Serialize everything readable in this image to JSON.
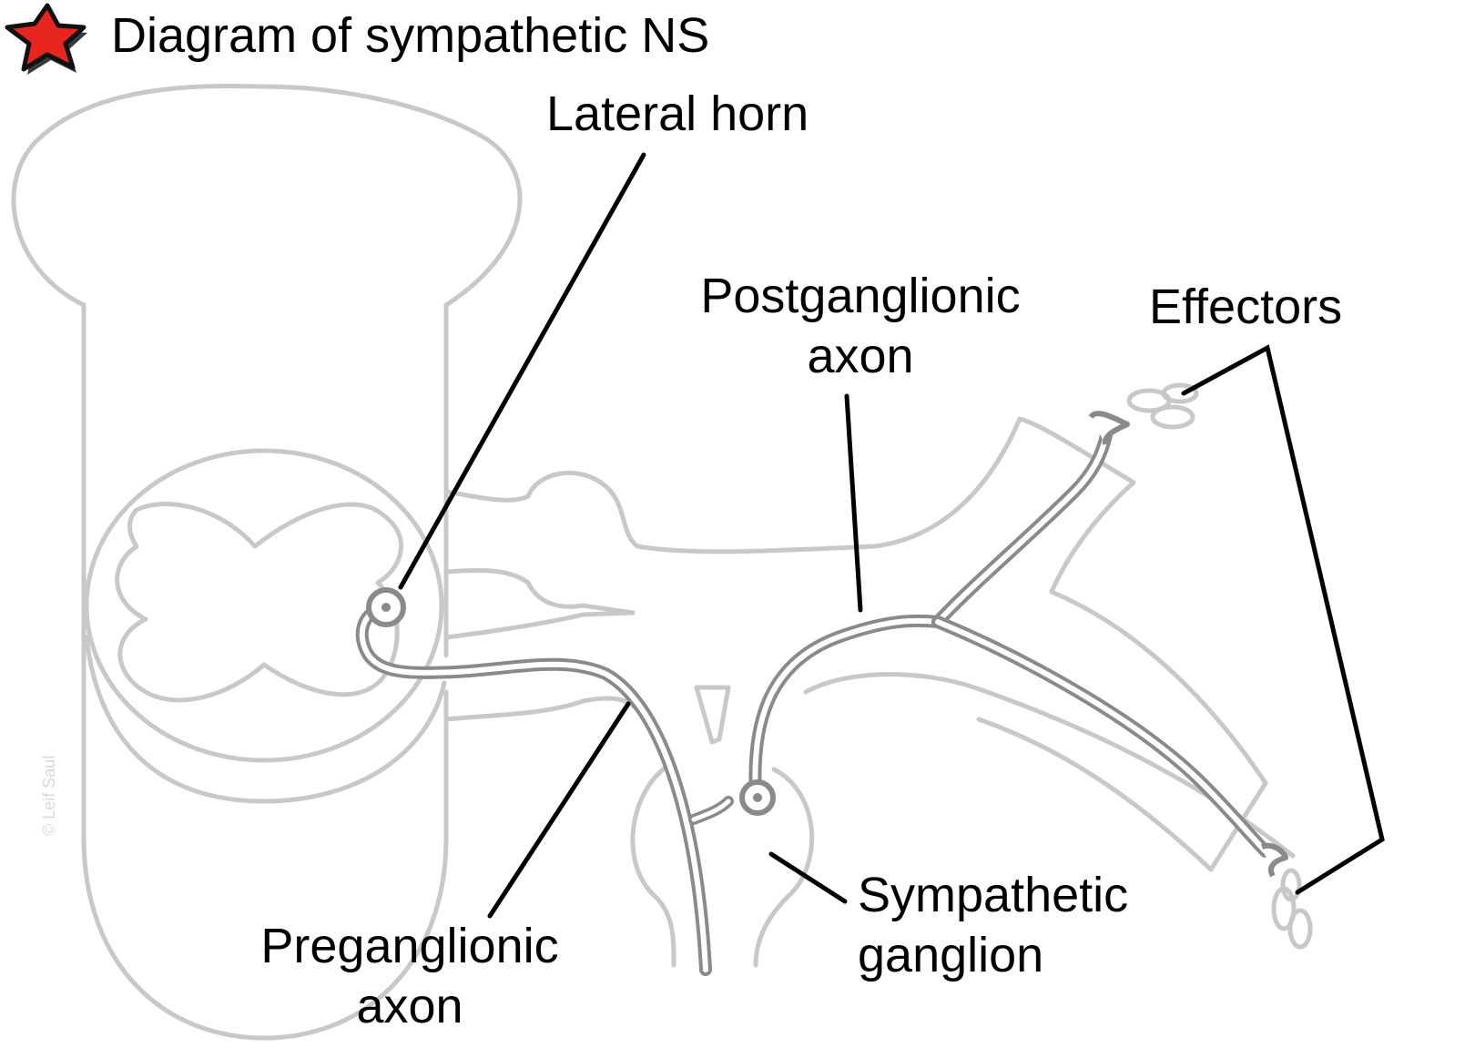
{
  "title": "Diagram of sympathetic NS",
  "icon": "star-icon",
  "colors": {
    "star": "#e8251f",
    "outline": "#c8c8c8",
    "axon": "#8a8a8a",
    "leader": "#000000"
  },
  "labels": {
    "lateral_horn": "Lateral horn",
    "postganglionic_line1": "Postganglionic",
    "postganglionic_line2": "axon",
    "effectors": "Effectors",
    "sympathetic_line1": "Sympathetic",
    "sympathetic_line2": "ganglion",
    "preganglionic_line1": "Preganglionic",
    "preganglionic_line2": "axon"
  },
  "credit": "© Leif Saul"
}
